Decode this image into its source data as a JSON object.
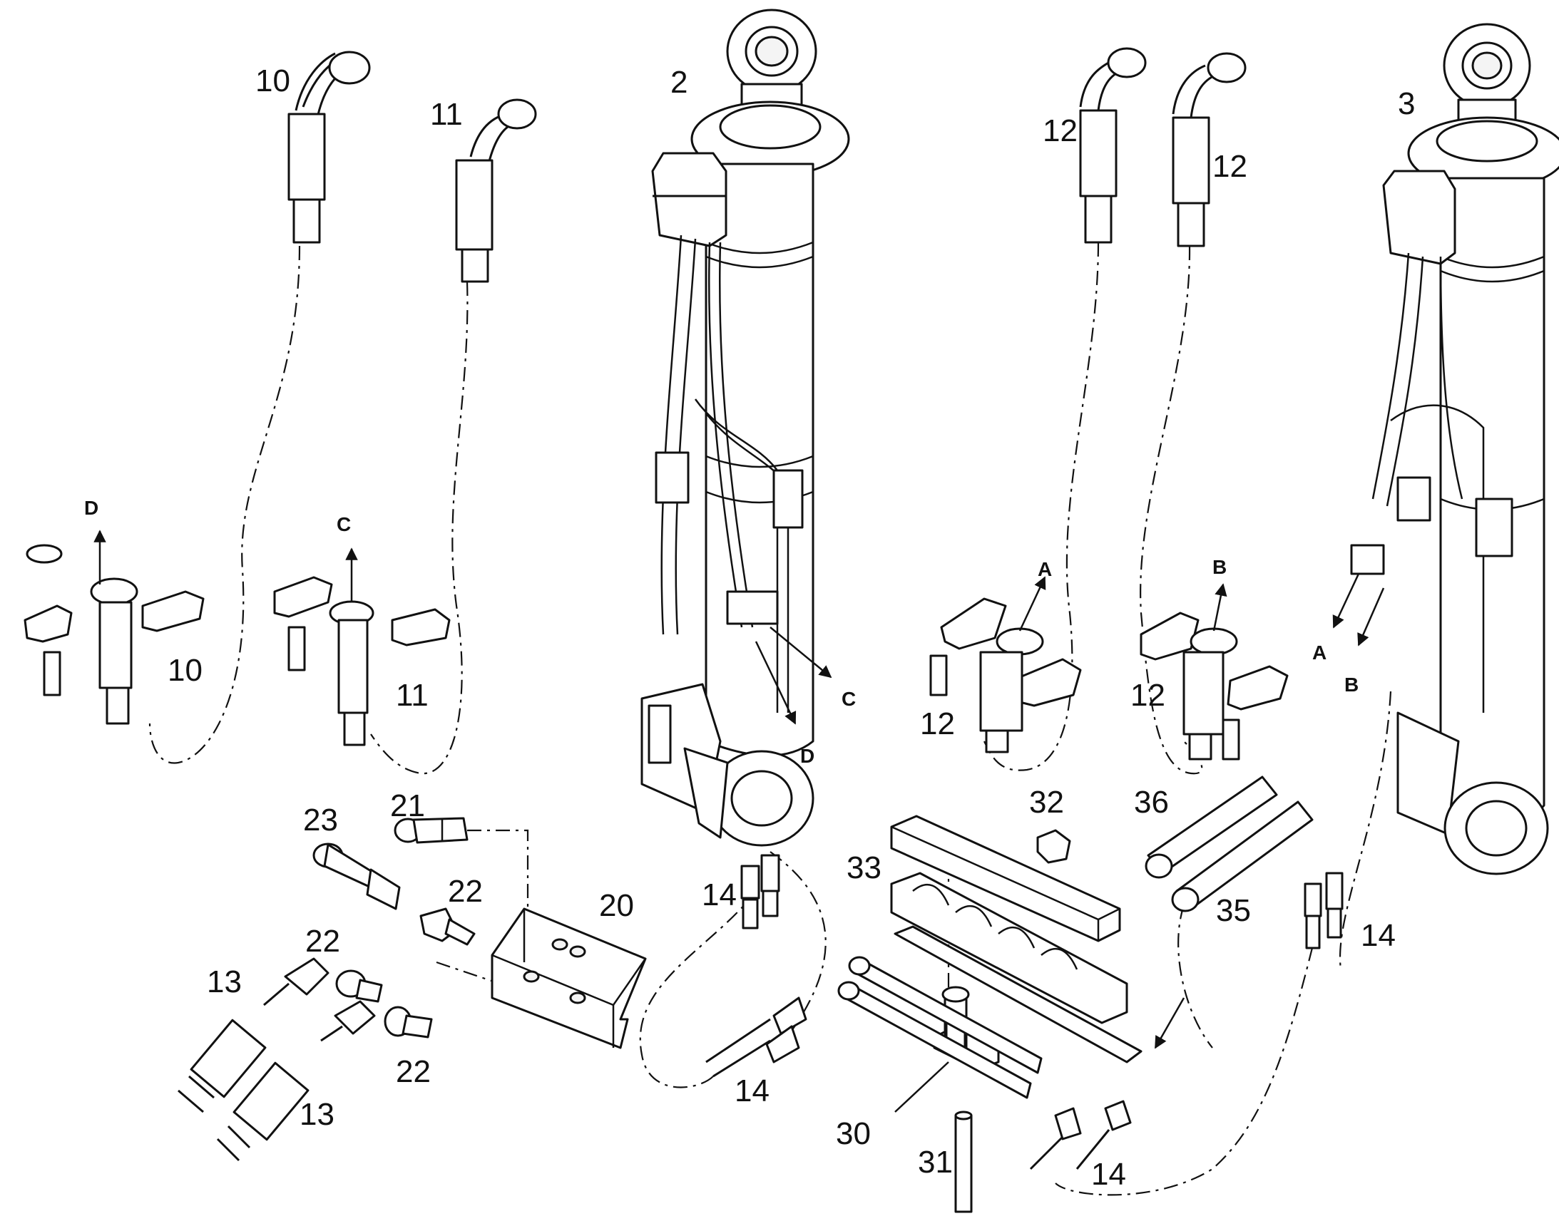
{
  "callouts": {
    "c2": "2",
    "c3": "3",
    "c10a": "10",
    "c10b": "10",
    "c11a": "11",
    "c11b": "11",
    "c12a": "12",
    "c12b": "12",
    "c12c": "12",
    "c12d": "12",
    "c13a": "13",
    "c13b": "13",
    "c14a": "14",
    "c14b": "14",
    "c14c": "14",
    "c14d": "14",
    "c20": "20",
    "c21": "21",
    "c22a": "22",
    "c22b": "22",
    "c22c": "22",
    "c23": "23",
    "c30": "30",
    "c31": "31",
    "c32": "32",
    "c33": "33",
    "c35": "35",
    "c36": "36"
  },
  "arrows": {
    "d1": "D",
    "c1": "C",
    "a1": "A",
    "b1": "B",
    "c2": "C",
    "d2": "D",
    "a2": "A",
    "b2": "B"
  }
}
